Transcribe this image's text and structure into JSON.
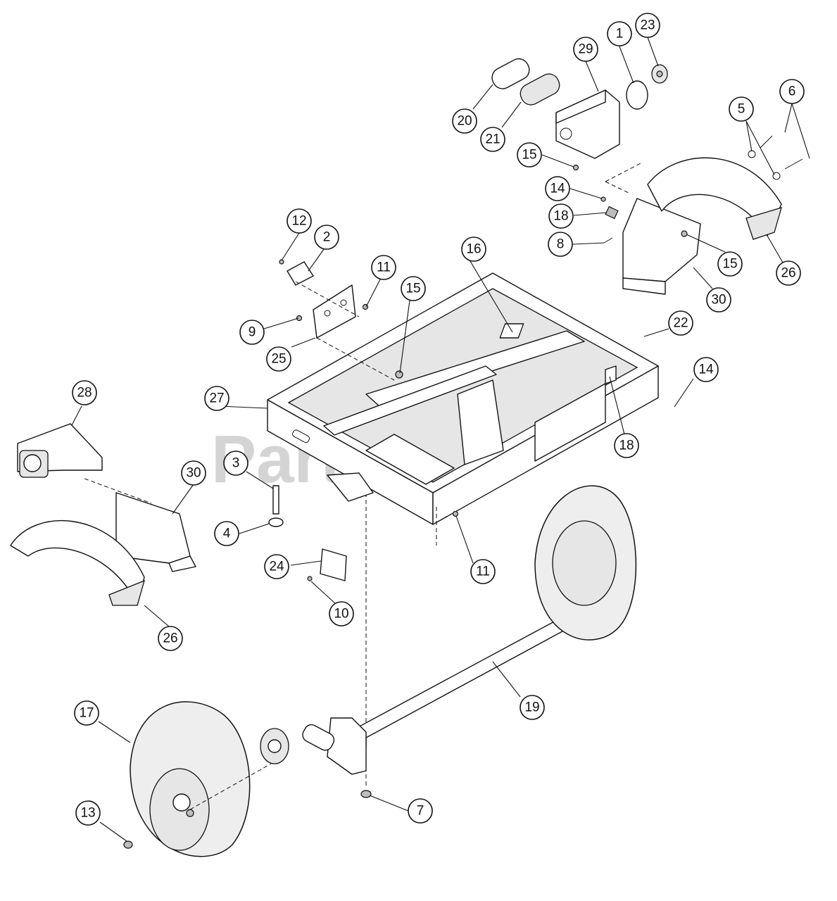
{
  "watermark": {
    "text": "PartsTree",
    "trademark": "™"
  },
  "callouts": [
    {
      "label": "1"
    },
    {
      "label": "23"
    },
    {
      "label": "29"
    },
    {
      "label": "20"
    },
    {
      "label": "21"
    },
    {
      "label": "5"
    },
    {
      "label": "6"
    },
    {
      "label": "15"
    },
    {
      "label": "14"
    },
    {
      "label": "18"
    },
    {
      "label": "8"
    },
    {
      "label": "15"
    },
    {
      "label": "26"
    },
    {
      "label": "30"
    },
    {
      "label": "12"
    },
    {
      "label": "2"
    },
    {
      "label": "11"
    },
    {
      "label": "16"
    },
    {
      "label": "15"
    },
    {
      "label": "9"
    },
    {
      "label": "25"
    },
    {
      "label": "22"
    },
    {
      "label": "14"
    },
    {
      "label": "28"
    },
    {
      "label": "27"
    },
    {
      "label": "18"
    },
    {
      "label": "3"
    },
    {
      "label": "30"
    },
    {
      "label": "4"
    },
    {
      "label": "11"
    },
    {
      "label": "24"
    },
    {
      "label": "10"
    },
    {
      "label": "26"
    },
    {
      "label": "19"
    },
    {
      "label": "17"
    },
    {
      "label": "13"
    },
    {
      "label": "7"
    }
  ]
}
